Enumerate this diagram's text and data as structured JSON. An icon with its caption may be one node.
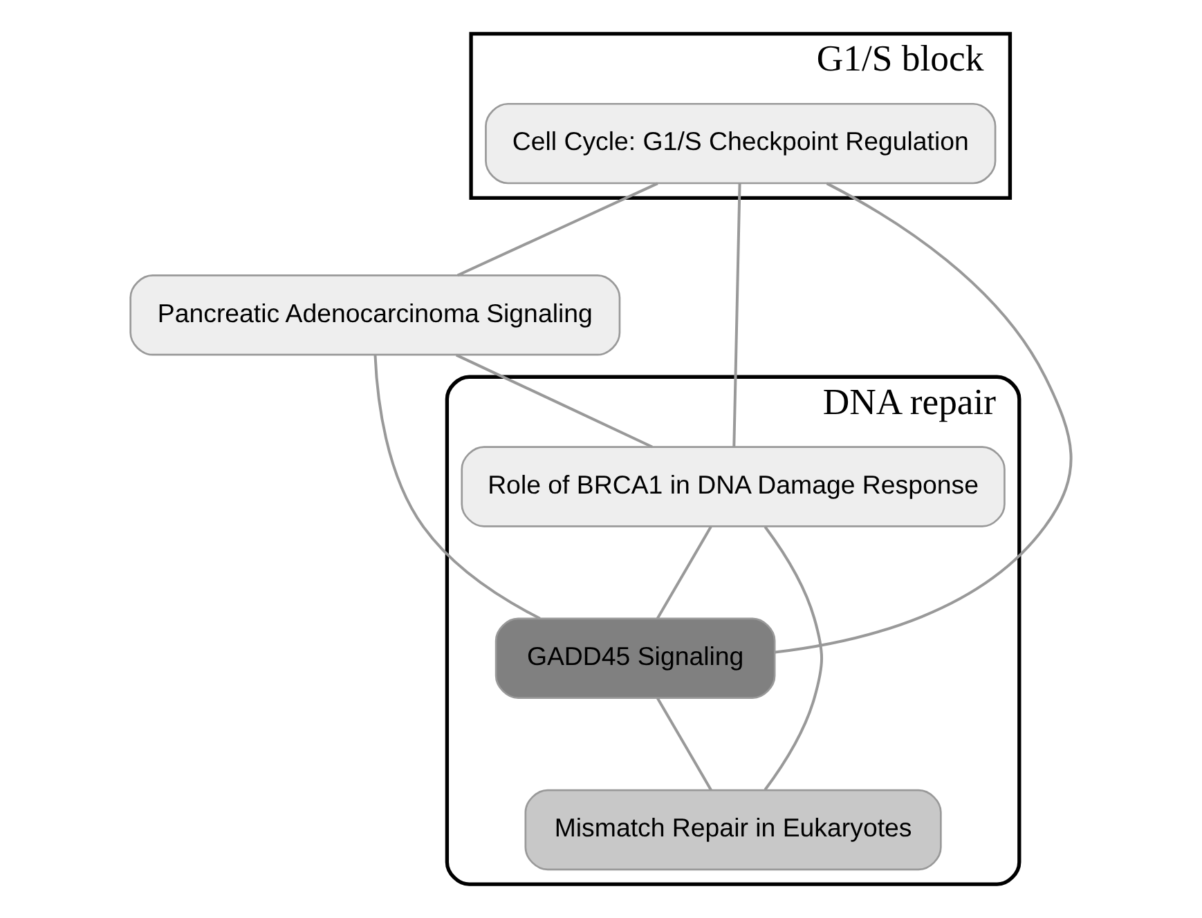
{
  "diagram": {
    "nodes": [
      {
        "text": [
          "G1/S block"
        ]
      },
      {
        "text": [
          "Cell Cycle: G1/S Checkpoint Regulation"
        ],
        "in": 0
      },
      {
        "text": [
          "Pancreatic Adenocarcinoma Signaling"
        ]
      },
      {
        "text": [
          "DNA repair"
        ]
      },
      {
        "text": [
          "GADD45 Signaling"
        ],
        "in": 3
      },
      {
        "text": [
          "Role of BRCA1 in DNA Damage Response"
        ],
        "in": 3
      },
      {
        "text": [
          "Mismatch Repair in Eukaryotes"
        ],
        "in": 3
      }
    ],
    "edges": [
      {
        "from": 1,
        "to": 2,
        "arrow": "none"
      },
      {
        "from": 1,
        "to": 5,
        "arrow": "none"
      },
      {
        "from": 1,
        "to": 4,
        "arrow": "none"
      },
      {
        "from": 2,
        "to": 4,
        "arrow": "none"
      },
      {
        "from": 2,
        "to": 5,
        "arrow": "none"
      },
      {
        "from": 5,
        "to": 4,
        "arrow": "none"
      },
      {
        "from": 4,
        "to": 6,
        "arrow": "none"
      },
      {
        "from": 5,
        "to": 6,
        "arrow": "none"
      }
    ]
  }
}
